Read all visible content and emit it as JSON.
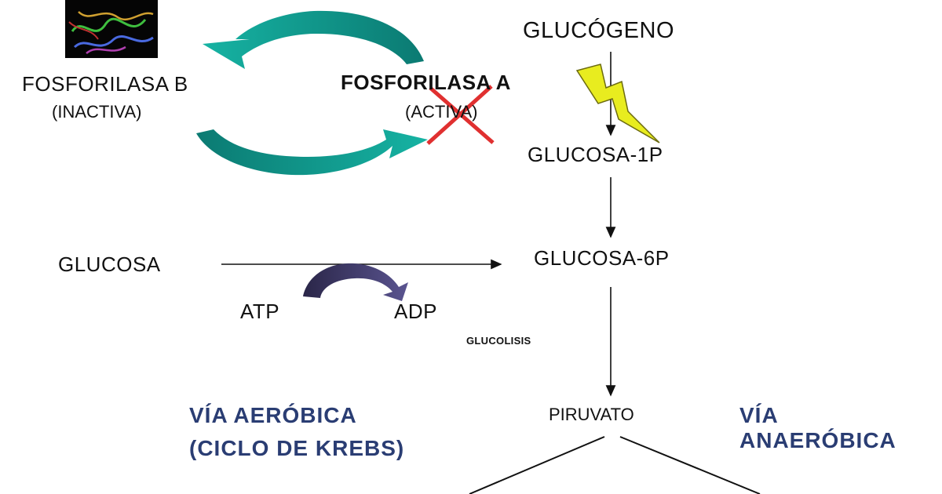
{
  "labels": {
    "glucogeno": "GLUCÓGENO",
    "fosforilasa_b": "FOSFORILASA B",
    "inactiva": "(INACTIVA)",
    "fosforilasa_a": "FOSFORILASA A",
    "activa": "(ACTIVA)",
    "glucosa_1p": "GLUCOSA-1P",
    "glucosa": "GLUCOSA",
    "glucosa_6p": "GLUCOSA-6P",
    "atp": "ATP",
    "adp": "ADP",
    "glucolisis": "GLUCOLISIS",
    "piruvato": "PIRUVATO",
    "via_aerobica": "VÍA AERÓBICA",
    "ciclo_krebs": "(CICLO DE KREBS)",
    "via": "VÍA",
    "anaerobica": "ANAERÓBICA"
  },
  "colors": {
    "cycle_arrow": "#1f9e8f",
    "atp_arrow": "#3e3a63",
    "cross": "#e03030",
    "lightning": "#e8ec1f",
    "lightning_stroke": "#6b6a10",
    "blue_text": "#2a3d73"
  },
  "icons": {
    "protein_image": "protein-structure-thumbnail",
    "lightning": "lightning-bolt-icon",
    "cross": "red-x-mark"
  }
}
